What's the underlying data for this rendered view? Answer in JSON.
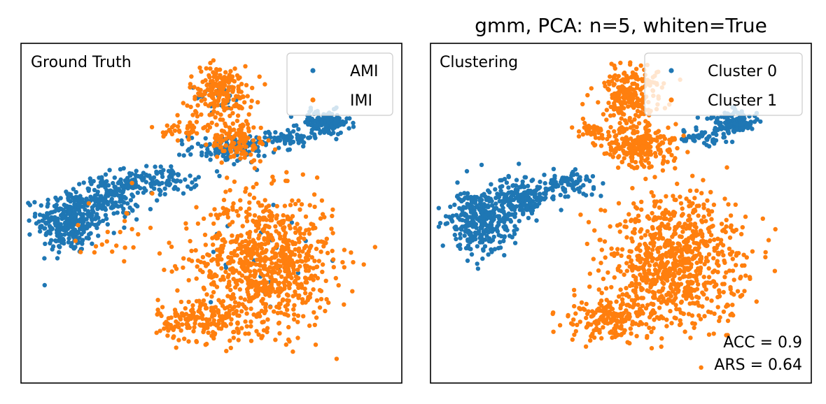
{
  "chart_data": [
    {
      "type": "scatter",
      "title": "",
      "corner_label": "Ground Truth",
      "xlabel": "",
      "ylabel": "",
      "axes_ticks": false,
      "grid": false,
      "legend_position": "top-right",
      "series": [
        {
          "name": "AMI",
          "color": "#1f77b4",
          "regions": [
            {
              "shape": "ellipse",
              "cx": -0.78,
              "cy": -0.05,
              "rx": 0.16,
              "ry": 0.18,
              "count": 320
            },
            {
              "shape": "ellipse",
              "cx": -0.55,
              "cy": 0.1,
              "rx": 0.14,
              "ry": 0.12,
              "count": 160
            },
            {
              "shape": "ellipse",
              "cx": -0.3,
              "cy": 0.2,
              "rx": 0.2,
              "ry": 0.08,
              "count": 110
            },
            {
              "shape": "ellipse",
              "cx": 0.1,
              "cy": 0.4,
              "rx": 0.2,
              "ry": 0.08,
              "count": 130
            },
            {
              "shape": "ellipse",
              "cx": 0.62,
              "cy": 0.56,
              "rx": 0.13,
              "ry": 0.07,
              "count": 130
            },
            {
              "shape": "ellipse",
              "cx": 0.42,
              "cy": 0.47,
              "rx": 0.12,
              "ry": 0.05,
              "count": 60
            },
            {
              "shape": "ellipse",
              "cx": 0.05,
              "cy": 0.72,
              "rx": 0.12,
              "ry": 0.08,
              "count": 25
            },
            {
              "shape": "ellipse",
              "cx": 0.3,
              "cy": -0.25,
              "rx": 0.3,
              "ry": 0.35,
              "count": 25
            }
          ]
        },
        {
          "name": "IMI",
          "color": "#ff7f0e",
          "regions": [
            {
              "shape": "ellipse",
              "cx": 0.3,
              "cy": -0.3,
              "rx": 0.34,
              "ry": 0.38,
              "count": 820
            },
            {
              "shape": "ellipse",
              "cx": -0.05,
              "cy": -0.66,
              "rx": 0.22,
              "ry": 0.12,
              "count": 180
            },
            {
              "shape": "ellipse",
              "cx": 0.05,
              "cy": 0.75,
              "rx": 0.16,
              "ry": 0.15,
              "count": 200
            },
            {
              "shape": "ellipse",
              "cx": 0.15,
              "cy": 0.45,
              "rx": 0.14,
              "ry": 0.12,
              "count": 120
            },
            {
              "shape": "ellipse",
              "cx": -0.15,
              "cy": 0.52,
              "rx": 0.1,
              "ry": 0.05,
              "count": 40
            },
            {
              "shape": "ellipse",
              "cx": -0.55,
              "cy": -0.12,
              "rx": 0.3,
              "ry": 0.2,
              "count": 25
            }
          ]
        }
      ],
      "xlim": [
        -1,
        1
      ],
      "ylim": [
        -1,
        1
      ]
    },
    {
      "type": "scatter",
      "title": "gmm, PCA: n=5, whiten=True",
      "corner_label": "Clustering",
      "xlabel": "",
      "ylabel": "",
      "axes_ticks": false,
      "grid": false,
      "legend_position": "top-right",
      "series": [
        {
          "name": "Cluster 0",
          "color": "#1f77b4",
          "regions": [
            {
              "shape": "ellipse",
              "cx": -0.78,
              "cy": -0.05,
              "rx": 0.16,
              "ry": 0.18,
              "count": 320
            },
            {
              "shape": "ellipse",
              "cx": -0.55,
              "cy": 0.1,
              "rx": 0.14,
              "ry": 0.12,
              "count": 170
            },
            {
              "shape": "ellipse",
              "cx": -0.3,
              "cy": 0.18,
              "rx": 0.16,
              "ry": 0.07,
              "count": 90
            },
            {
              "shape": "ellipse",
              "cx": 0.62,
              "cy": 0.56,
              "rx": 0.13,
              "ry": 0.07,
              "count": 130
            },
            {
              "shape": "ellipse",
              "cx": 0.42,
              "cy": 0.47,
              "rx": 0.12,
              "ry": 0.05,
              "count": 50
            }
          ]
        },
        {
          "name": "Cluster 1",
          "color": "#ff7f0e",
          "regions": [
            {
              "shape": "ellipse",
              "cx": 0.3,
              "cy": -0.3,
              "rx": 0.34,
              "ry": 0.38,
              "count": 840
            },
            {
              "shape": "ellipse",
              "cx": -0.05,
              "cy": -0.66,
              "rx": 0.22,
              "ry": 0.12,
              "count": 180
            },
            {
              "shape": "ellipse",
              "cx": 0.05,
              "cy": 0.75,
              "rx": 0.16,
              "ry": 0.15,
              "count": 220
            },
            {
              "shape": "ellipse",
              "cx": 0.1,
              "cy": 0.42,
              "rx": 0.18,
              "ry": 0.12,
              "count": 230
            },
            {
              "shape": "ellipse",
              "cx": -0.15,
              "cy": 0.52,
              "rx": 0.1,
              "ry": 0.05,
              "count": 40
            }
          ]
        }
      ],
      "xlim": [
        -1,
        1
      ],
      "ylim": [
        -1,
        1
      ],
      "annotations": [
        "ACC = 0.9",
        "ARS = 0.64"
      ]
    }
  ]
}
